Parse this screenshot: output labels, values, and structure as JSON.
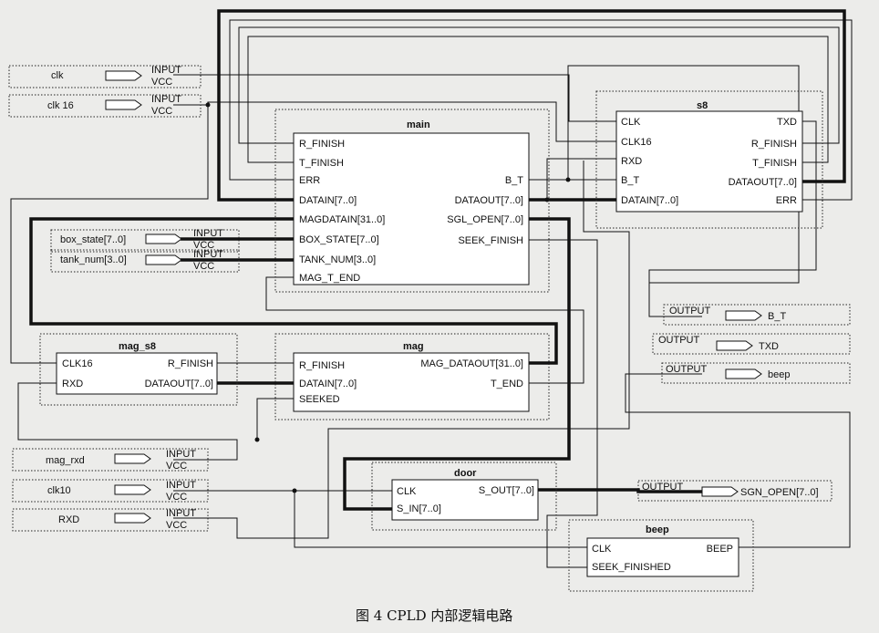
{
  "caption": "图 4 CPLD 内部逻辑电路",
  "blocks": {
    "main": {
      "title": "main",
      "left_ports": [
        "R_FINISH",
        "T_FINISH",
        "ERR",
        "DATAIN[7..0]",
        "MAGDATAIN[31..0]",
        "BOX_STATE[7..0]",
        "TANK_NUM[3..0]",
        "MAG_T_END"
      ],
      "right_ports": [
        "B_T",
        "DATAOUT[7..0]",
        "SGL_OPEN[7..0]",
        "SEEK_FINISH"
      ]
    },
    "s8": {
      "title": "s8",
      "left_ports": [
        "CLK",
        "CLK16",
        "RXD",
        "B_T",
        "DATAIN[7..0]"
      ],
      "right_ports": [
        "TXD",
        "R_FINISH",
        "T_FINISH",
        "DATAOUT[7..0]",
        "ERR"
      ]
    },
    "mag_s8": {
      "title": "mag_s8",
      "left_ports": [
        "CLK16",
        "RXD"
      ],
      "right_ports": [
        "R_FINISH",
        "DATAOUT[7..0]"
      ]
    },
    "mag": {
      "title": "mag",
      "left_ports": [
        "R_FINISH",
        "DATAIN[7..0]",
        "SEEKED"
      ],
      "right_ports": [
        "MAG_DATAOUT[31..0]",
        "T_END"
      ]
    },
    "door": {
      "title": "door",
      "left_ports": [
        "CLK",
        "S_IN[7..0]"
      ],
      "right_ports": [
        "S_OUT[7..0]"
      ]
    },
    "beep": {
      "title": "beep",
      "left_ports": [
        "CLK",
        "SEEK_FINISHED"
      ],
      "right_ports": [
        "BEEP"
      ]
    }
  },
  "inputs": [
    {
      "name": "clk",
      "type": "INPUT",
      "vcc": "VCC"
    },
    {
      "name": "clk 16",
      "type": "INPUT",
      "vcc": "VCC"
    },
    {
      "name": "box_state[7..0]",
      "type": "INPUT",
      "vcc": "VCC"
    },
    {
      "name": "tank_num[3..0]",
      "type": "INPUT",
      "vcc": "VCC"
    },
    {
      "name": "mag_rxd",
      "type": "INPUT",
      "vcc": "VCC"
    },
    {
      "name": "clk10",
      "type": "INPUT",
      "vcc": "VCC"
    },
    {
      "name": "RXD",
      "type": "INPUT",
      "vcc": "VCC"
    }
  ],
  "outputs": [
    {
      "name": "B_T",
      "type": "OUTPUT"
    },
    {
      "name": "TXD",
      "type": "OUTPUT"
    },
    {
      "name": "beep",
      "type": "OUTPUT"
    },
    {
      "name": "SGN_OPEN[7..0]",
      "type": "OUTPUT"
    }
  ]
}
